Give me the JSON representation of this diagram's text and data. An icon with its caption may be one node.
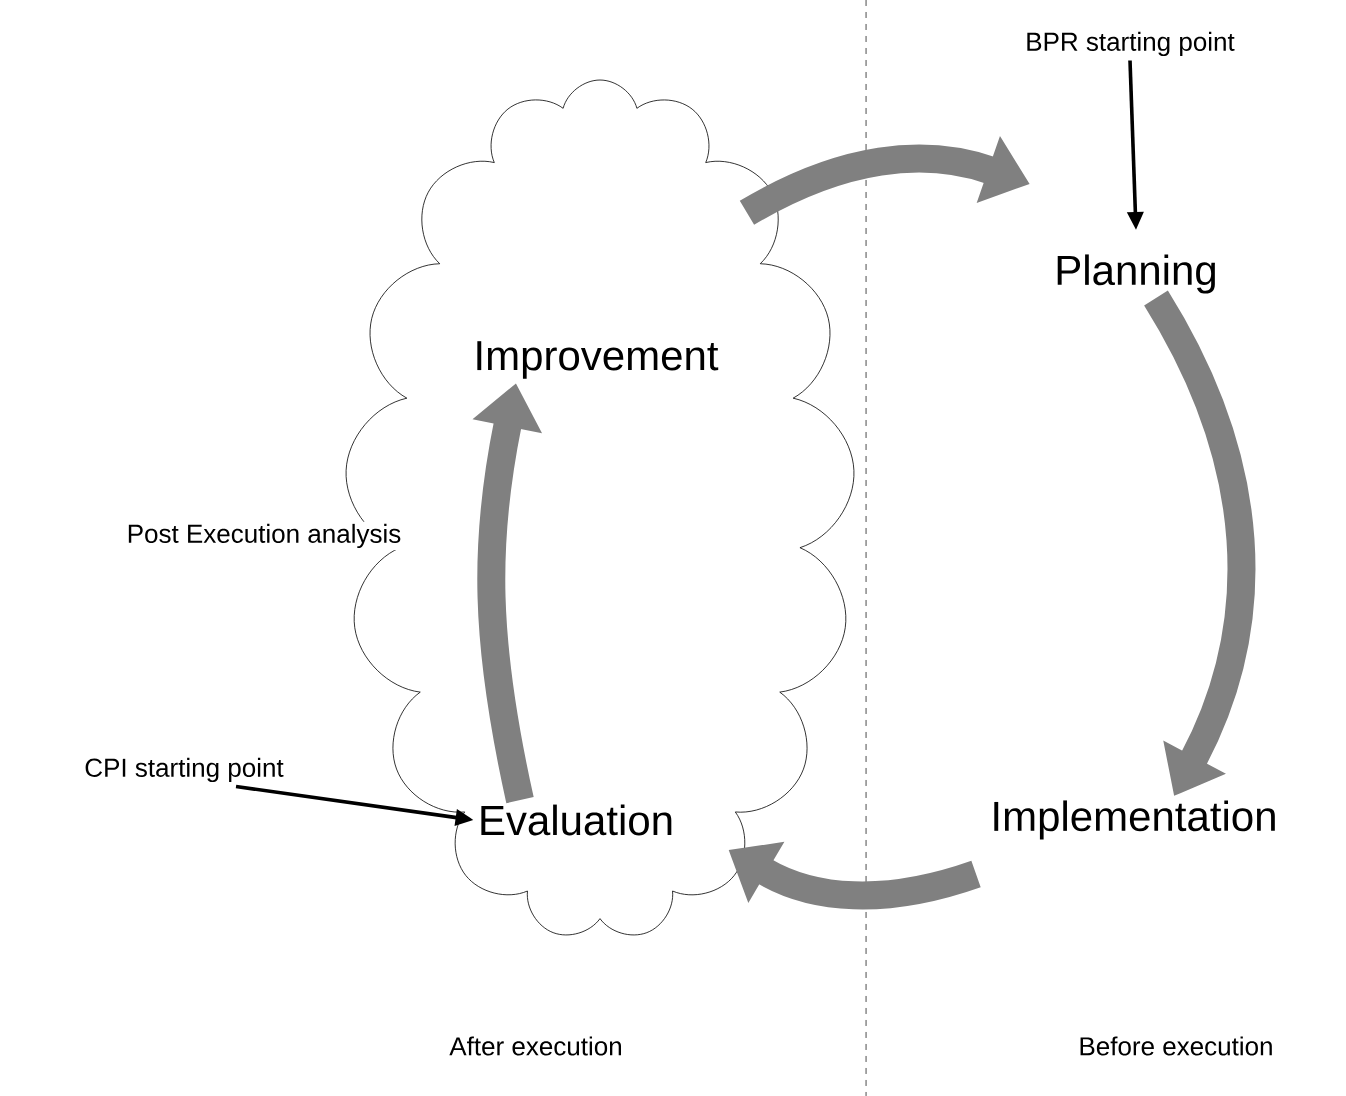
{
  "diagram": {
    "nodes": [
      {
        "text": [],
        "shape": "cloud"
      },
      {
        "text": [
          "Improvement"
        ],
        "in": 0
      },
      {
        "text": [
          "Planning"
        ]
      },
      {
        "text": [
          "BPR starting point"
        ]
      },
      {
        "text": [
          "Implementation"
        ]
      },
      {
        "text": [
          "Evaluation"
        ],
        "in": 0
      },
      {
        "text": [
          "CPI starting point"
        ]
      }
    ],
    "edges": [
      {
        "from": 1,
        "to": 2,
        "arrow": "to"
      },
      {
        "from": 2,
        "to": 4,
        "arrow": "to"
      },
      {
        "from": 4,
        "to": 5,
        "arrow": "to"
      },
      {
        "from": 5,
        "to": 1,
        "arrow": "to",
        "label": "Post Execution analysis"
      },
      {
        "from": 3,
        "to": 2,
        "arrow": "to",
        "color": "#000000"
      },
      {
        "from": 6,
        "to": 5,
        "arrow": "to",
        "color": "#000000"
      }
    ],
    "labels": [
      "After execution",
      "Before execution"
    ]
  }
}
